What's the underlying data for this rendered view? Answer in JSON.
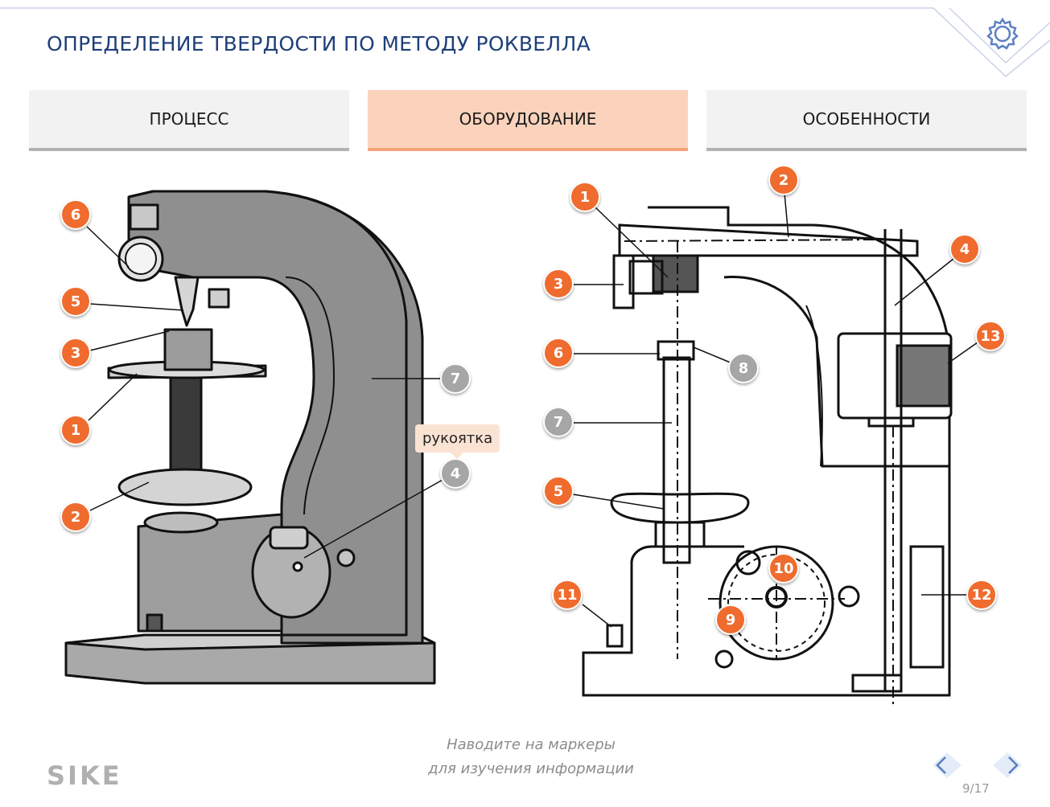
{
  "header": {
    "title": "ОПРЕДЕЛЕНИЕ ТВЕРДОСТИ ПО МЕТОДУ РОКВЕЛЛА"
  },
  "settings_icon": "gear-icon",
  "tabs": [
    {
      "label": "ПРОЦЕСС",
      "active": false
    },
    {
      "label": "ОБОРУДОВАНИЕ",
      "active": true
    },
    {
      "label": "ОСОБЕННОСТИ",
      "active": false
    }
  ],
  "left_markers": [
    "6",
    "5",
    "3",
    "1",
    "2",
    "7",
    "4"
  ],
  "right_markers": [
    "1",
    "2",
    "3",
    "4",
    "13",
    "6",
    "8",
    "7",
    "5",
    "10",
    "11",
    "9",
    "12"
  ],
  "tooltip": "рукоятка",
  "hint": {
    "line1": "Наводите на маркеры",
    "line2": "для изучения информации"
  },
  "logo": "SIKE",
  "pager": "9/17",
  "colors": {
    "accent": "#ef6c2e",
    "inactive_marker": "#a6a6a6",
    "active_tab": "#fbd3bc",
    "title": "#1f3f7a"
  }
}
